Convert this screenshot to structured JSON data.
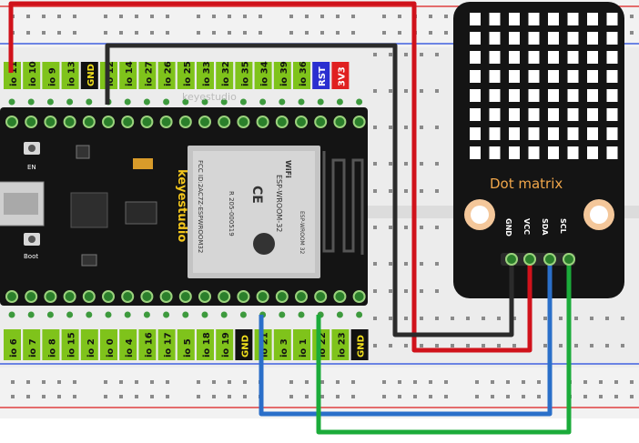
{
  "top_pins": [
    "io 11",
    "io 10",
    "io 9",
    "io 13",
    "GND",
    "io 12",
    "io 14",
    "io 27",
    "io 26",
    "io 25",
    "io 33",
    "io 32",
    "io 35",
    "io 34",
    "io 39",
    "io 36",
    "RST",
    "3V3"
  ],
  "bottom_pins": [
    "io 6",
    "io 7",
    "io 8",
    "io 15",
    "io 2",
    "io 0",
    "io 4",
    "io 16",
    "io 17",
    "io 5",
    "io 18",
    "io 19",
    "GND",
    "io 21",
    "io 3",
    "io 1",
    "io 22",
    "io 23",
    "GND"
  ],
  "board": {
    "brand": "keyestudio",
    "silk_top": "keyestudio",
    "en_label": "EN",
    "boot_label": "Boot",
    "module_title": "ESP-WROOM-32",
    "module_fcc": "FCC ID:2AC7Z-ESPWROOM32",
    "module_r": "R 205-000519",
    "module_ce": "CE",
    "module_wifi": "WiFi",
    "module_bottom": "ESP-WROOM 32"
  },
  "dot_matrix": {
    "title": "Dot matrix",
    "pins": [
      "GND",
      "VCC",
      "SDA",
      "SCL"
    ]
  },
  "colors": {
    "wire_red": "#d0121b",
    "wire_black": "#2b2b2b",
    "wire_blue": "#2a6fc9",
    "wire_green": "#1bab3a",
    "pin_label_green": "#7fc31b",
    "gnd_label": "#111111",
    "rst_label": "#2a2fd0",
    "v33_label": "#e02020",
    "board": "#141414",
    "breadboard": "#ececec"
  }
}
